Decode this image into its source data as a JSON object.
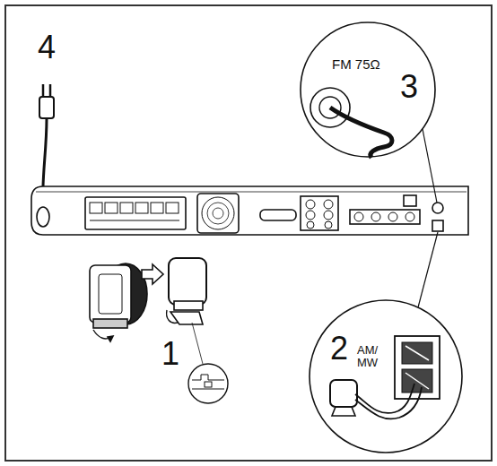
{
  "diagram": {
    "labels": [
      "4",
      "FM 75Ω",
      "3",
      "2",
      "AM/ MW",
      "1"
    ]
  }
}
